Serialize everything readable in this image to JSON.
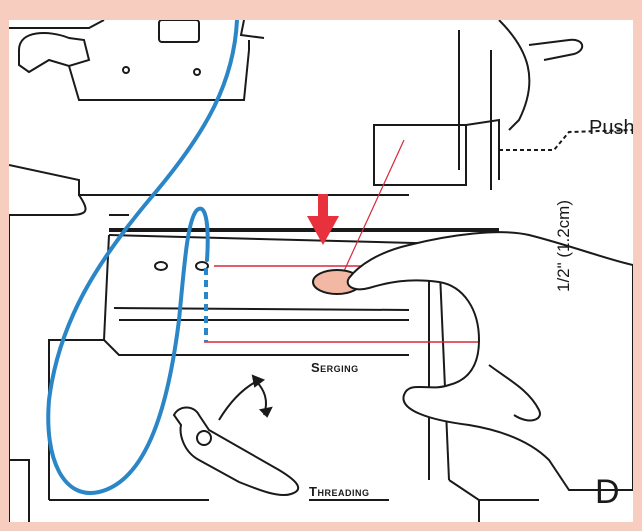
{
  "labels": {
    "push": "Push",
    "measure": "1/2\" (1.2cm)",
    "serging": "Serging",
    "threading": "Threading",
    "panel_letter": "D"
  },
  "colors": {
    "frame": "#f6cdbf",
    "thread": "#2a86c7",
    "guide": "#d8293b",
    "arrow": "#e8313c",
    "button": "#f2b8a4",
    "line": "#1a1a1a"
  }
}
